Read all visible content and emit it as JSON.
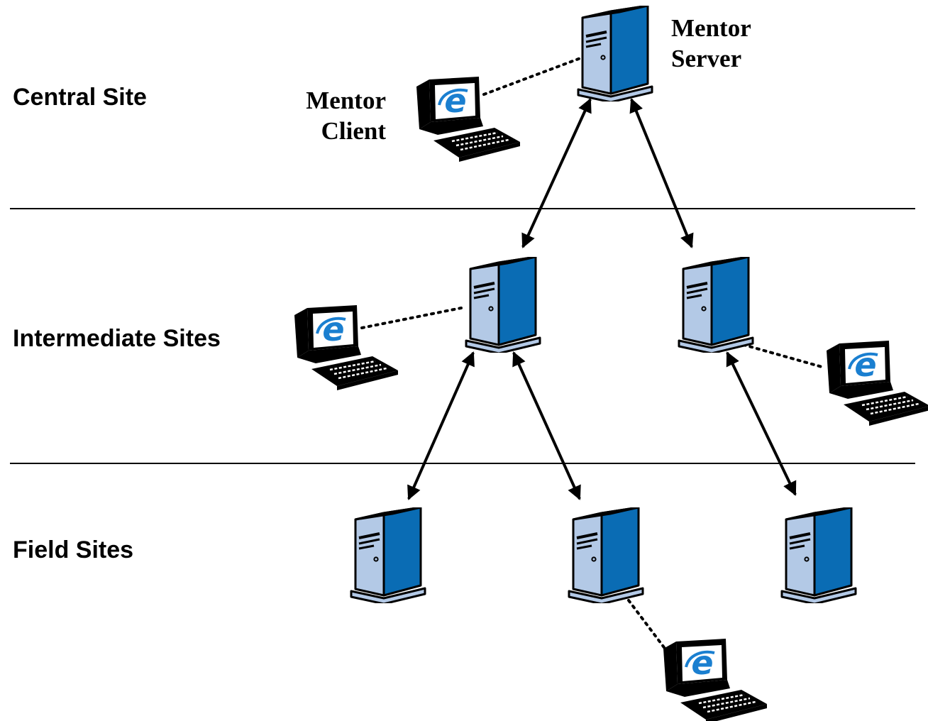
{
  "tiers": {
    "central": "Central Site",
    "intermediate": "Intermediate Sites",
    "field": "Field Sites"
  },
  "labels": {
    "server_line1": "Mentor",
    "server_line2": "Server",
    "client_line1": "Mentor",
    "client_line2": "Client"
  },
  "icons": {
    "server": "server-tower-icon",
    "client": "desktop-computer-ie-icon",
    "browser_logo": "e"
  },
  "colors": {
    "server_front": "#b3c9e6",
    "server_side": "#0a6cb4",
    "outline": "#000000",
    "browser_blue": "#1a7fd0",
    "background": "#ffffff"
  }
}
